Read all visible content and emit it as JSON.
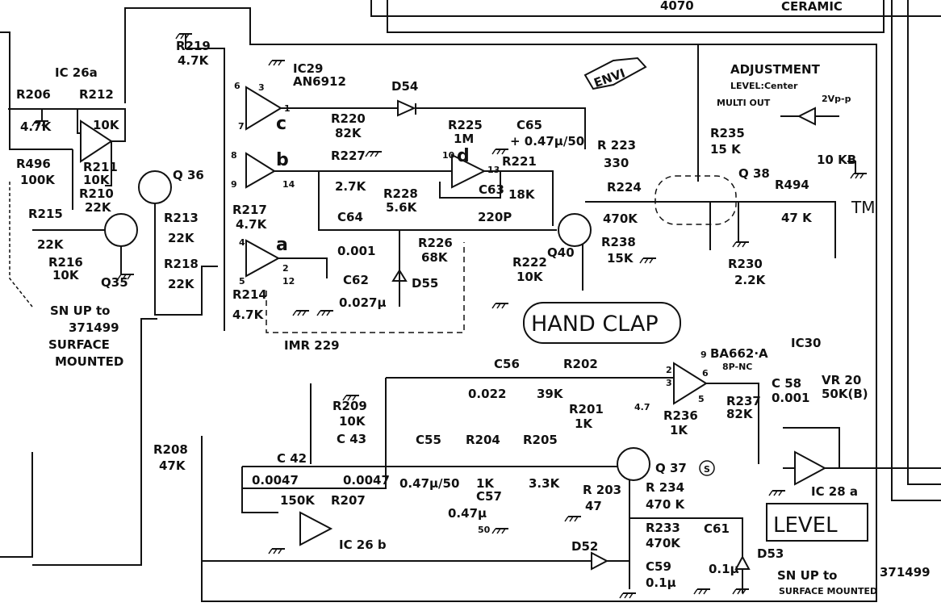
{
  "header": {
    "part": "4070",
    "material": "CERAMIC"
  },
  "notes": {
    "adjustment": "ADJUSTMENT",
    "level_center": "LEVEL:Center",
    "multi_out": "MULTI OUT",
    "vpp": "2Vp-p",
    "sn_left_1": "SN UP to",
    "sn_left_2": "371499",
    "sn_left_3": "SURFACE",
    "sn_left_4": "MOUNTED",
    "sn_right_1": "SN UP to",
    "sn_right_2": "371499",
    "sn_right_3": "SURFACE MOUNTED"
  },
  "blocks": {
    "envi": "ENVI",
    "hand_clap": "HAND CLAP",
    "level": "LEVEL"
  },
  "ics": {
    "ic26a": "IC 26a",
    "ic26b": "IC 26 b",
    "ic28a": "IC 28 a",
    "ic29": "IC29",
    "ic29_part": "AN6912",
    "ic30": "IC30",
    "ic30_part": "BA662·A",
    "ic30_pin": "9",
    "ic30_pkg": "8P-NC",
    "imr": "IMR 229",
    "sec_a": "a",
    "sec_b": "b",
    "sec_c": "c",
    "sec_d": "d"
  },
  "transistors": {
    "q35": "Q35",
    "q36": "Q 36",
    "q37": "Q 37",
    "q37_mark": "S",
    "q38": "Q 38",
    "q40": "Q40"
  },
  "diodes": {
    "d52": "D52",
    "d53": "D53",
    "d54": "D54",
    "d55": "D55"
  },
  "pins": {
    "p1": "1",
    "p2": "2",
    "p3": "3",
    "p4": "4",
    "p5": "5",
    "p6": "6",
    "p7": "7",
    "p8": "8",
    "p9": "9",
    "p10": "10",
    "p12": "12",
    "p13": "13",
    "p14": "14",
    "ic30_p2": "2",
    "ic30_p3": "3",
    "ic30_p6": "6",
    "ic30_p5": "5"
  },
  "resistors": {
    "r206": "R206",
    "r206v": "4.7K",
    "r212": "R212",
    "r212v": "10K",
    "r496": "R496",
    "r496v": "100K",
    "r211": "R211",
    "r211v": "10K",
    "r210": "R210",
    "r210v": "22K",
    "r215": "R215",
    "r215v": "22K",
    "r216": "R216",
    "r216v": "10K",
    "r213": "R213",
    "r213v": "22K",
    "r218": "R218",
    "r218v": "22K",
    "r219": "R219",
    "r219v": "4.7K",
    "r217": "R217",
    "r217v": "4.7K",
    "r214": "R214",
    "r214v": "4.7K",
    "r220": "R220",
    "r220v": "82K",
    "r227": "R227",
    "r227v": "2.7K",
    "r228": "R228",
    "r228v": "5.6K",
    "r225": "R225",
    "r225v": "1M",
    "r221": "R221",
    "r221v": "18K",
    "r226": "R226",
    "r226v": "68K",
    "r222": "R222",
    "r222v": "10K",
    "r223": "R 223",
    "r223v": "330",
    "r224": "R224",
    "r224v": "470K",
    "r238": "R238",
    "r238v": "15K",
    "r235": "R235",
    "r235v": "15 K",
    "r494": "R494",
    "r494v": "47 K",
    "r230": "R230",
    "r230v": "2.2K",
    "tm_pot": "10 KB",
    "tm": "TM",
    "r209": "R209",
    "r209v": "10K",
    "r208": "R208",
    "r208v": "47K",
    "r207": "R207",
    "r207v": "150K",
    "r202": "R202",
    "r202v": "39K",
    "r201": "R201",
    "r201v": "1K",
    "r236": "R236",
    "r236v": "1K",
    "r236p": "4.7",
    "r237": "R237",
    "r237v": "82K",
    "r204": "R204",
    "r204v": "1K",
    "r205": "R205",
    "r205v": "3.3K",
    "r203": "R 203",
    "r203v": "47",
    "r234": "R 234",
    "r234v": "470 K",
    "r233": "R233",
    "r233v": "470K",
    "vr20": "VR 20",
    "vr20v": "50K(B)"
  },
  "capacitors": {
    "c65": "C65",
    "c65v": "+ 0.47μ/50",
    "c63": "C63",
    "c63v": "220P",
    "c64": "C64",
    "c64v": "0.001",
    "c62": "C62",
    "c62v": "0.027μ",
    "c56": "C56",
    "c56v": "0.022",
    "c58": "C 58",
    "c58v": "0.001",
    "c42": "C 42",
    "c42v": "0.0047",
    "c43": "C 43",
    "c43v": "0.0047",
    "c55": "C55",
    "c55v": "0.47μ/50",
    "c57": "C57",
    "c57v": "0.47μ",
    "c57v2": "50",
    "c59": "C59",
    "c59v": "0.1μ",
    "c61": "C61",
    "c61v": "0.1μ"
  }
}
